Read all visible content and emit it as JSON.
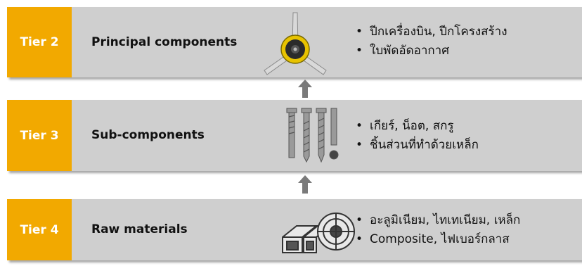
{
  "tiers": [
    {
      "tier_label": "Tier 2",
      "title": "Principal components",
      "icon": "propeller-icon",
      "bullets": [
        "ปีกเครื่องบิน, ปีกโครงสร้าง",
        "ใบพัดอัดอากาศ"
      ]
    },
    {
      "tier_label": "Tier 3",
      "title": "Sub-components",
      "icon": "screws-bolts-icon",
      "bullets": [
        "เกียร์, น็อต, สกรู",
        "ชิ้นส่วนที่ทำด้วยเหล็ก"
      ]
    },
    {
      "tier_label": "Tier 4",
      "title": "Raw materials",
      "icon": "metal-stock-icon",
      "bullets": [
        "อะลูมิเนียม, ไทเทเนียม, เหล็ก",
        "Composite, ไฟเบอร์กลาส"
      ]
    }
  ],
  "colors": {
    "tier_badge": "#f2a900",
    "row_background": "#cfcfcf",
    "arrow": "#7a7a7a"
  }
}
